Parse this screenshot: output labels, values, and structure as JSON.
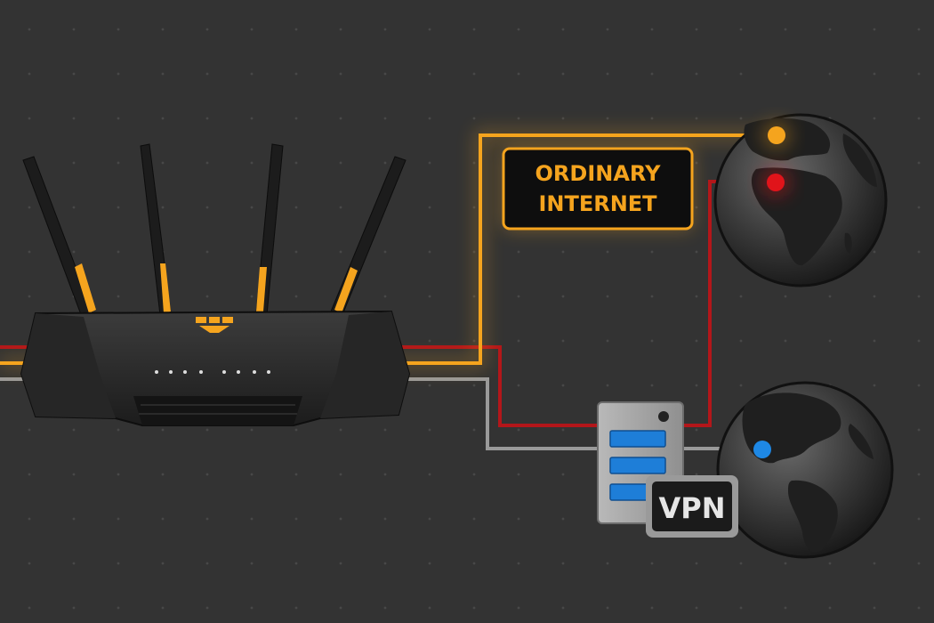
{
  "labels": {
    "ordinary_line1": "ORDINARY",
    "ordinary_line2": "INTERNET",
    "vpn": "VPN"
  },
  "colors": {
    "background": "#333333",
    "ordinary": "#f5a41e",
    "vpn_path": "#b3161a",
    "local_path": "#9a9a9a",
    "vpn_endpoint": "#1e88e5"
  },
  "icons": [
    "router-icon",
    "globe-icon",
    "vpn-server-icon"
  ]
}
